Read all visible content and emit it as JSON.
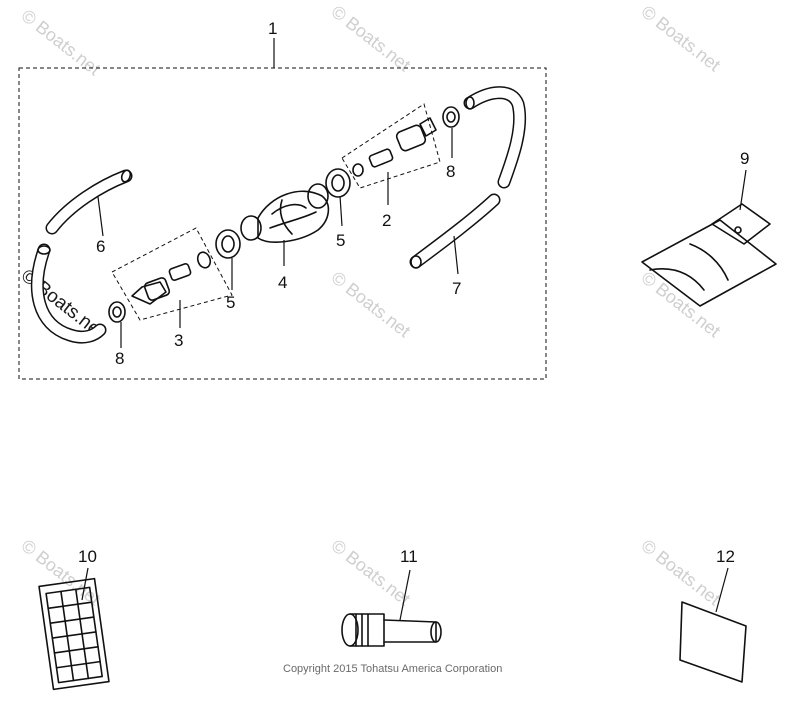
{
  "diagram": {
    "kit_label": "1",
    "callouts": [
      {
        "id": "c2",
        "text": "2"
      },
      {
        "id": "c3",
        "text": "3"
      },
      {
        "id": "c4",
        "text": "4"
      },
      {
        "id": "c5a",
        "text": "5"
      },
      {
        "id": "c5b",
        "text": "5"
      },
      {
        "id": "c6",
        "text": "6"
      },
      {
        "id": "c7",
        "text": "7"
      },
      {
        "id": "c8a",
        "text": "8"
      },
      {
        "id": "c8b",
        "text": "8"
      },
      {
        "id": "c9",
        "text": "9"
      },
      {
        "id": "c10",
        "text": "10"
      },
      {
        "id": "c11",
        "text": "11"
      },
      {
        "id": "c12",
        "text": "12"
      }
    ]
  },
  "watermark": {
    "text": "© Boats.net"
  },
  "footer": {
    "copyright": "Copyright 2015 Tohatsu America Corporation"
  },
  "colors": {
    "line": "#111111",
    "watermark": "#cfcfcf",
    "tube_fill": "#ffffff",
    "dark_band": "#1a1a1a"
  }
}
